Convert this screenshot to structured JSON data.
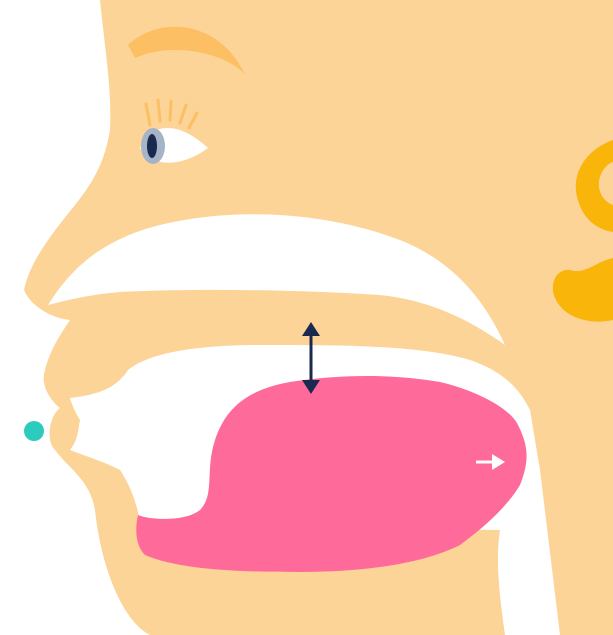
{
  "diagram": {
    "kind": "vocal tract side view",
    "colors": {
      "background": "#ffffff",
      "skin": "#fdd497",
      "eyebrow": "#fcbf63",
      "ear": "#f9b50a",
      "tongue": "#fe6b9a",
      "nasal_cavity": "#ffffff",
      "eye_white": "#ffffff",
      "iris": "#a6b4c8",
      "pupil": "#1a2a4f",
      "arrow": "#1a2a4f",
      "breath_dot": "#2ccbbd",
      "forward_arrow": "#ffffff"
    },
    "icons": {
      "height_arrow": "double-vertical-arrow",
      "tongue_arrow": "right-arrow",
      "breath_marker": "dot"
    }
  }
}
